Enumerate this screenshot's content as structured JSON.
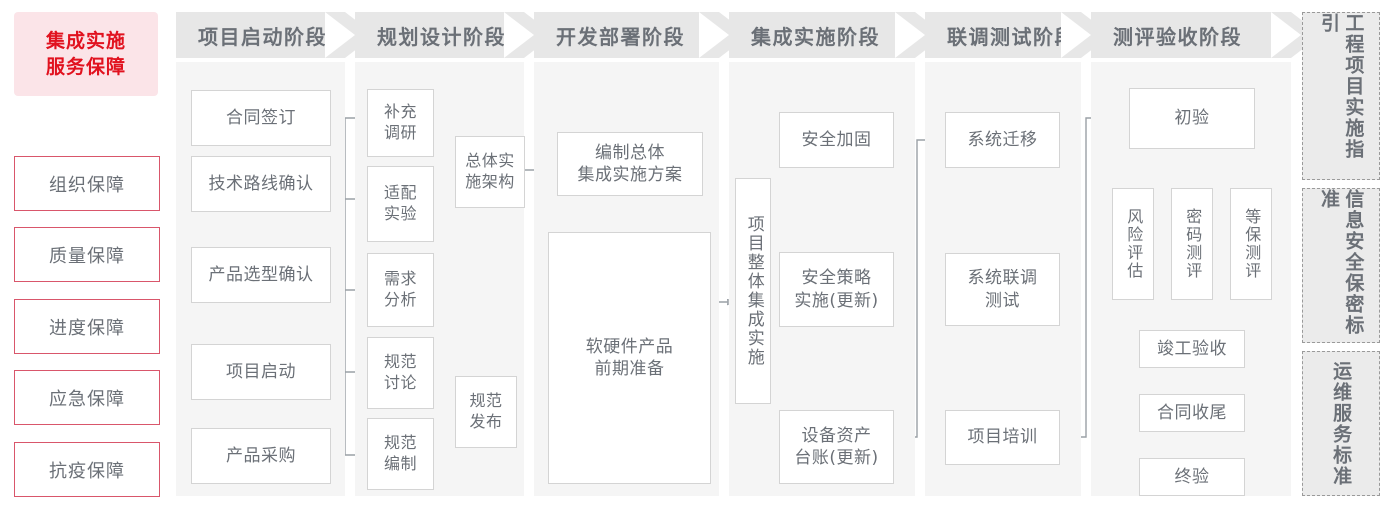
{
  "diagram": {
    "title": "集成实施服务保障",
    "colors": {
      "accent_red": "#e1121f",
      "title_bg": "#fbe4e8",
      "rail_border": "#d9566b",
      "header_bg": "#e7e7e7",
      "panel_bg": "#f5f5f5",
      "node_border": "#d4d4d4",
      "text": "#6b7077",
      "connector": "#9aa0a6"
    }
  },
  "left_rail": {
    "title": "集成实施服务保障",
    "items": [
      {
        "label": "组织保障"
      },
      {
        "label": "质量保障"
      },
      {
        "label": "进度保障"
      },
      {
        "label": "应急保障"
      },
      {
        "label": "抗疫保障"
      }
    ]
  },
  "phases": [
    {
      "header": "项目启动阶段",
      "nodes": [
        {
          "label": "合同签订"
        },
        {
          "label": "技术路线确认"
        },
        {
          "label": "产品选型确认"
        },
        {
          "label": "项目启动"
        },
        {
          "label": "产品采购"
        }
      ]
    },
    {
      "header": "规划设计阶段",
      "nodes": [
        {
          "label": "补充\n调研"
        },
        {
          "label": "适配\n实验"
        },
        {
          "label": "需求\n分析"
        },
        {
          "label": "规范\n讨论"
        },
        {
          "label": "规范\n编制"
        },
        {
          "label": "总体实\n施架构"
        },
        {
          "label": "规范\n发布"
        }
      ]
    },
    {
      "header": "开发部署阶段",
      "nodes": [
        {
          "label": "编制总体\n集成实施方案"
        },
        {
          "label": "软硬件产品\n前期准备"
        }
      ]
    },
    {
      "header": "集成实施阶段",
      "nodes": [
        {
          "label": "项目整体集成实施"
        },
        {
          "label": "安全加固"
        },
        {
          "label": "安全策略\n实施(更新)"
        },
        {
          "label": "设备资产\n台账(更新)"
        }
      ]
    },
    {
      "header": "联调测试阶段",
      "nodes": [
        {
          "label": "系统迁移"
        },
        {
          "label": "系统联调\n测试"
        },
        {
          "label": "项目培训"
        }
      ]
    },
    {
      "header": "测评验收阶段",
      "nodes": [
        {
          "label": "初验"
        },
        {
          "label": "风险评估"
        },
        {
          "label": "密码测评"
        },
        {
          "label": "等保测评"
        },
        {
          "label": "竣工验收"
        },
        {
          "label": "合同收尾"
        },
        {
          "label": "终验"
        }
      ]
    }
  ],
  "right_rail": {
    "items": [
      {
        "label": "工程项目实施指引"
      },
      {
        "label": "信息安全保密标准"
      },
      {
        "label": "运维服务标准"
      }
    ]
  }
}
